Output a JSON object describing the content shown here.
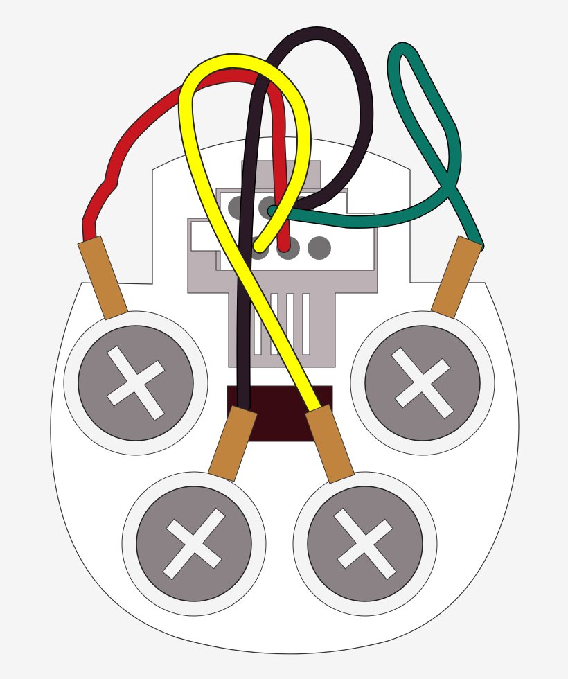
{
  "colors": {
    "background": "#f5f5f5",
    "plate": "#ffffff",
    "screw_head": "#8a8284",
    "screw_washer": "#f4f4f4",
    "jack_body": "#bcb2b5",
    "jack_base": "#3a0a12",
    "lug": "#c0843f",
    "wire_red": "#c8171f",
    "wire_black": "#2a1a26",
    "wire_yellow": "#ffff00",
    "wire_green": "#0b7766"
  },
  "screws": [
    {
      "name": "screw-top-left"
    },
    {
      "name": "screw-top-right"
    },
    {
      "name": "screw-bottom-left"
    },
    {
      "name": "screw-bottom-right"
    }
  ]
}
